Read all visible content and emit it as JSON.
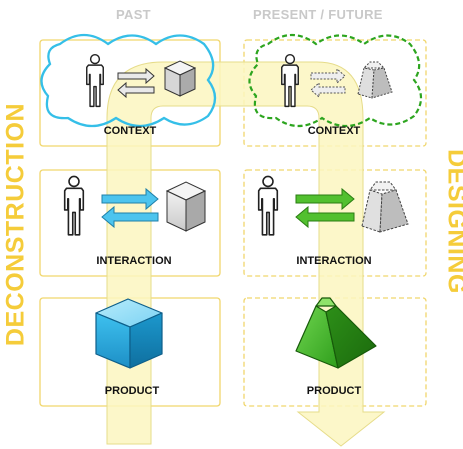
{
  "columns": {
    "left": "PAST",
    "right": "PRESENT / FUTURE"
  },
  "rows": {
    "context": "CONTEXT",
    "interaction": "INTERACTION",
    "product": "PRODUCT"
  },
  "side_labels": {
    "left": "DECONSTRUCTION",
    "right": "DESIGNING"
  },
  "colors": {
    "accent_yellow": "#f5cc3a",
    "arrow_fill": "#fbf6bf",
    "past_blue": "#29a8dc",
    "future_green": "#2f9e1c",
    "panel_border": "#f0d66c"
  }
}
